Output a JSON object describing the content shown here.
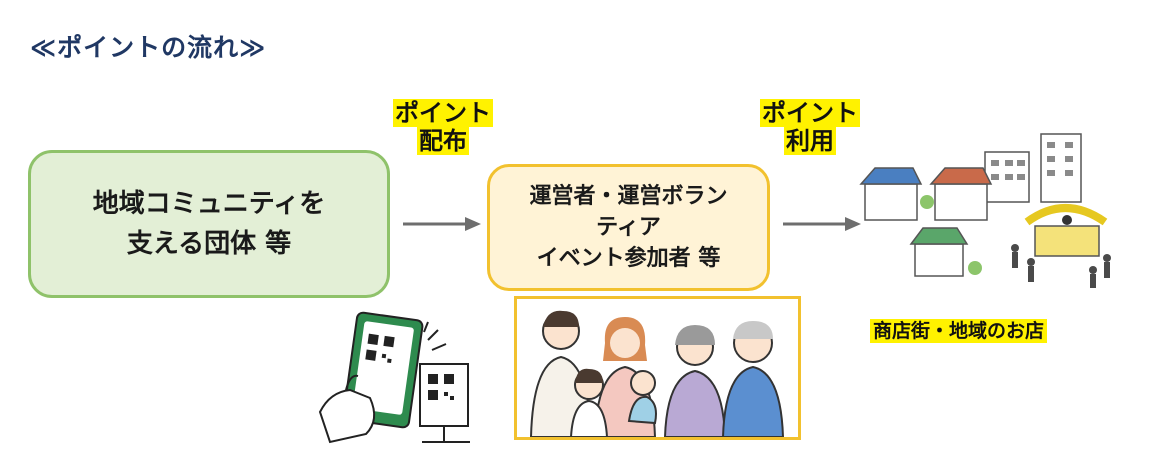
{
  "title": "≪ポイントの流れ≫",
  "box_left": {
    "line1": "地域コミュニティを",
    "line2": "支える団体 等"
  },
  "label_distribute": {
    "line1": "ポイント",
    "line2": "配布"
  },
  "box_middle": {
    "line1": "運営者・運営ボラン",
    "line2": "ティア",
    "line3": "イベント参加者 等"
  },
  "label_use": {
    "line1": "ポイント",
    "line2": "利用"
  },
  "shops_label": "商店街・地域のお店",
  "colors": {
    "title": "#203864",
    "green_border": "#8fc26a",
    "green_fill": "#e3efd6",
    "yellow_border": "#f2c12e",
    "yellow_fill": "#fff3d6",
    "highlight": "#fff200",
    "arrow": "#6e6e6e"
  }
}
